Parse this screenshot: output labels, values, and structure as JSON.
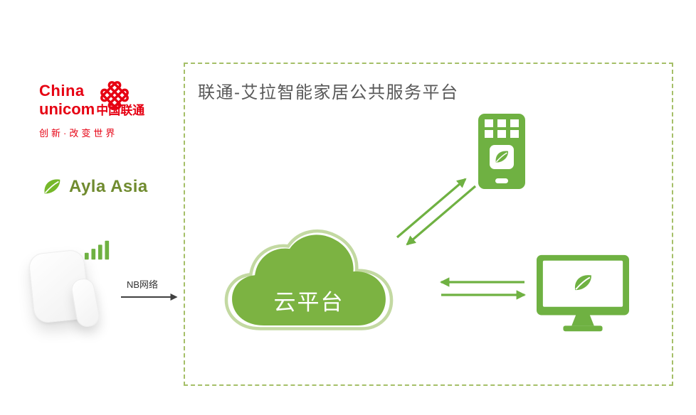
{
  "colors": {
    "green": "#6fb142",
    "leaf-green": "#76b82a",
    "cloud-fill": "#7cb342",
    "cloud-outline": "#c3d9a2",
    "unicom-red": "#e60012",
    "frame-border": "#a5bf68",
    "title-gray": "#595959",
    "ayla-olive": "#708b2f"
  },
  "frame": {
    "title": "联通-艾拉智能家居公共服务平台"
  },
  "unicom": {
    "word1": "China",
    "word2": "unicom",
    "cn": "中国联通",
    "slogan": "创新·改变世界"
  },
  "ayla": {
    "brand": "Ayla Asia"
  },
  "nb": {
    "label": "NB网络"
  },
  "cloud": {
    "label": "云平台"
  },
  "icons": {
    "knot": "unicom-knot-icon",
    "leaf": "leaf-icon",
    "signal": "signal-bars-icon",
    "phone": "smartphone-icon",
    "monitor": "desktop-monitor-icon"
  }
}
